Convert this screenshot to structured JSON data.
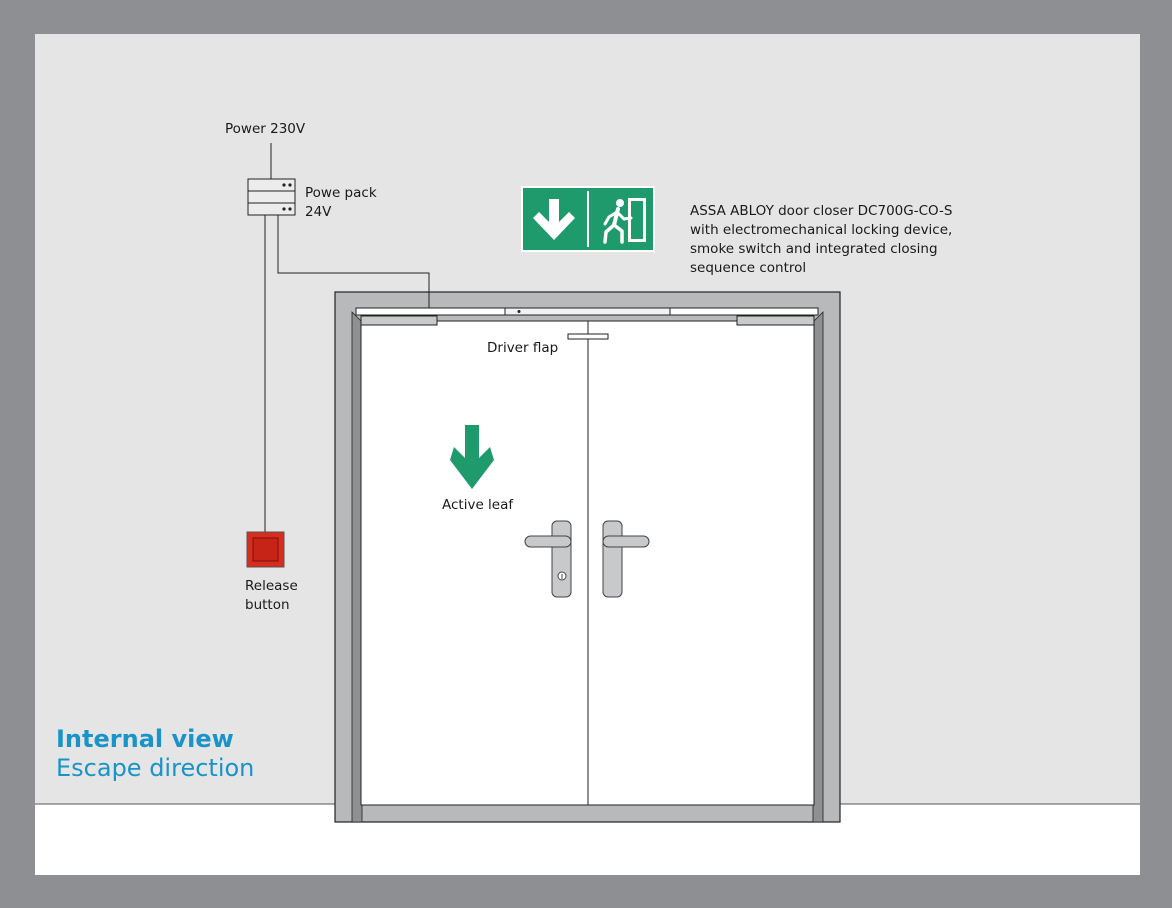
{
  "labels": {
    "power": "Power 230V",
    "power_pack_line1": "Powe pack",
    "power_pack_line2": "24V",
    "door_closer_line1": "ASSA ABLOY door closer DC700G-CO-S",
    "door_closer_line2": "with electromechanical locking device,",
    "door_closer_line3": "smoke switch and integrated closing",
    "door_closer_line4": "sequence control",
    "driver_flap": "Driver flap",
    "active_leaf": "Active leaf",
    "release_line1": "Release",
    "release_line2": "button"
  },
  "titles": {
    "view": "Internal view",
    "direction": "Escape direction"
  },
  "colors": {
    "frame": "#8e8f92",
    "wall": "#e5e5e6",
    "floor": "#ffffff",
    "accent_green": "#1e9a6d",
    "release_red": "#d62d1f",
    "title_blue": "#1a93c9"
  },
  "icons": {
    "exit_sign": "emergency-exit-sign-icon",
    "arrow": "arrow-down-icon",
    "release": "release-button-icon",
    "power_pack": "power-pack-icon",
    "handle": "door-handle-icon"
  }
}
